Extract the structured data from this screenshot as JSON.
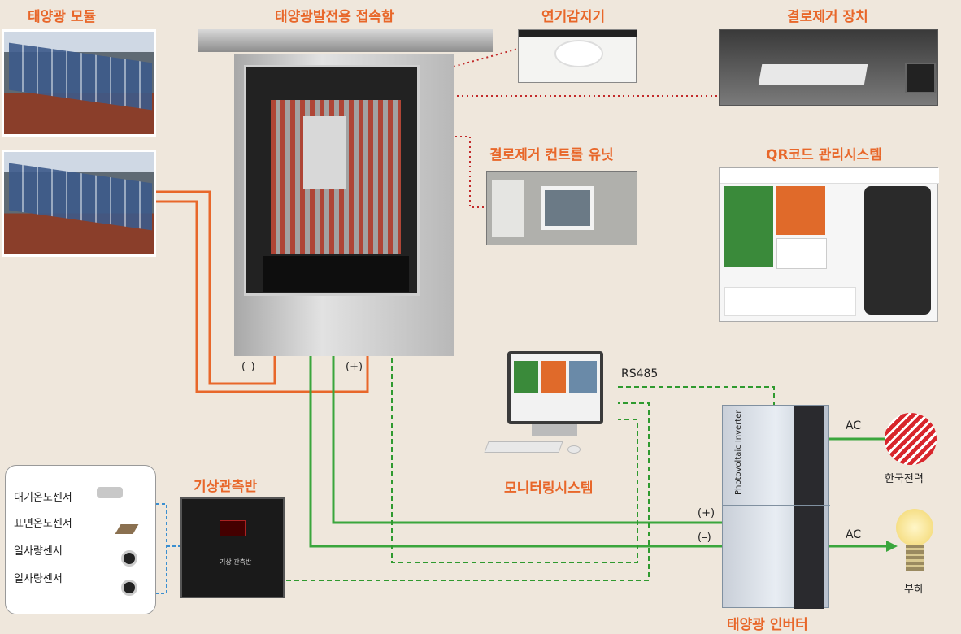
{
  "labels": {
    "solar_module": "태양광 모듈",
    "junction_box": "태양광발전용 접속함",
    "smoke_detector": "연기감지기",
    "arc_removal_device": "결로제거 장치",
    "arc_control_unit": "결로제거 컨트롤 유닛",
    "qr_system": "QR코드 관리시스템",
    "monitoring_system": "모니터링시스템",
    "weather_panel": "기상관측반",
    "inverter": "태양광 인버터",
    "kepco": "한국전력",
    "load": "부하",
    "rs485": "RS485",
    "ac1": "AC",
    "ac2": "AC",
    "minus_box": "(–)",
    "plus_box": "(+)",
    "plus_inv": "(+)",
    "minus_inv": "(–)",
    "weather_box_label": "기상 관측반",
    "inverter_text": "Photovoltaic Inverter"
  },
  "sensors": [
    {
      "label": "대기온도센서"
    },
    {
      "label": "표면온도센서"
    },
    {
      "label": "일사량센서"
    },
    {
      "label": "일사량센서"
    }
  ],
  "colors": {
    "orange_wire": "#e8672a",
    "green_wire": "#3aa63c",
    "signal_dash": "#2f9a2f",
    "sensor_dash": "#3b8fd0",
    "leader_dot": "#c22a2a"
  }
}
